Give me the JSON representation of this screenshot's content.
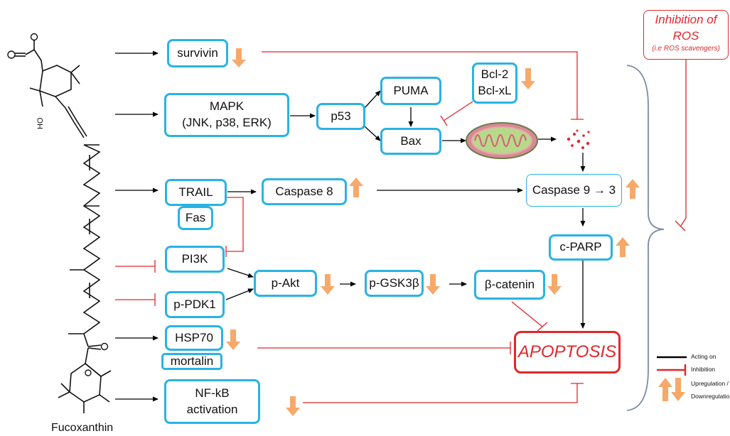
{
  "molecule": {
    "name": "Fucoxanthin"
  },
  "nodes": {
    "survivin": "survivin",
    "mapk_1": "MAPK",
    "mapk_2": "(JNK, p38, ERK)",
    "p53": "p53",
    "puma": "PUMA",
    "bax": "Bax",
    "bcl_1": "Bcl-2",
    "bcl_2": "Bcl-xL",
    "trail": "TRAIL",
    "fas": "Fas",
    "caspase8": "Caspase 8",
    "caspase93": "Caspase 9 → 3",
    "pi3k": "PI3K",
    "pdk1": "p-PDK1",
    "akt": "p-Akt",
    "gsk3b": "p-GSK3β",
    "bcatenin": "β-catenin",
    "cparp": "c-PARP",
    "hsp70": "HSP70",
    "mortalin": "mortalin",
    "nfkb_1": "NF-kB",
    "nfkb_2": "activation",
    "apoptosis": "APOPTOSIS"
  },
  "ros_box": {
    "title_1": "Inhibition of",
    "title_2": "ROS",
    "subtitle": "(i.e ROS scavengers)"
  },
  "legend": {
    "acting_on": "Acting on",
    "inhibition": "Inhibition",
    "upregulation": "Upregulation /",
    "downregulation": "Downregulatio"
  },
  "colors": {
    "node_border": "#29b3e3",
    "activation": "#000000",
    "inhibition": "#e0282a",
    "regulation_arrow": "#f6a96a"
  },
  "regulation": {
    "survivin": "down",
    "bcl": "down",
    "caspase8": "up",
    "caspase93": "up",
    "cparp": "up",
    "akt": "down",
    "gsk3b": "down",
    "bcatenin": "down",
    "hsp70": "down",
    "nfkb": "down"
  }
}
